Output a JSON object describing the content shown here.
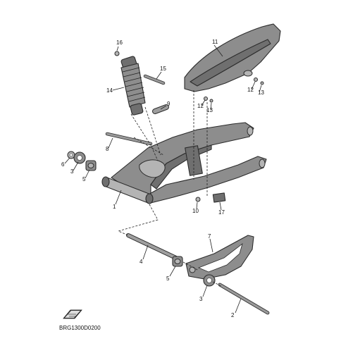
{
  "diagram_code": "BRG1300D0200",
  "callouts": {
    "c1": "1",
    "c2": "2",
    "c3a": "3",
    "c3b": "3",
    "c4": "4",
    "c5a": "5",
    "c5b": "5",
    "c6": "6",
    "c7": "7",
    "c8": "8",
    "c9": "9",
    "c10": "10",
    "c11": "11",
    "c12a": "12",
    "c12b": "12",
    "c13a": "13",
    "c13b": "13",
    "c14": "14",
    "c15": "15",
    "c16": "16",
    "c17": "17"
  },
  "icons": {
    "reference": "book-reference-icon"
  }
}
